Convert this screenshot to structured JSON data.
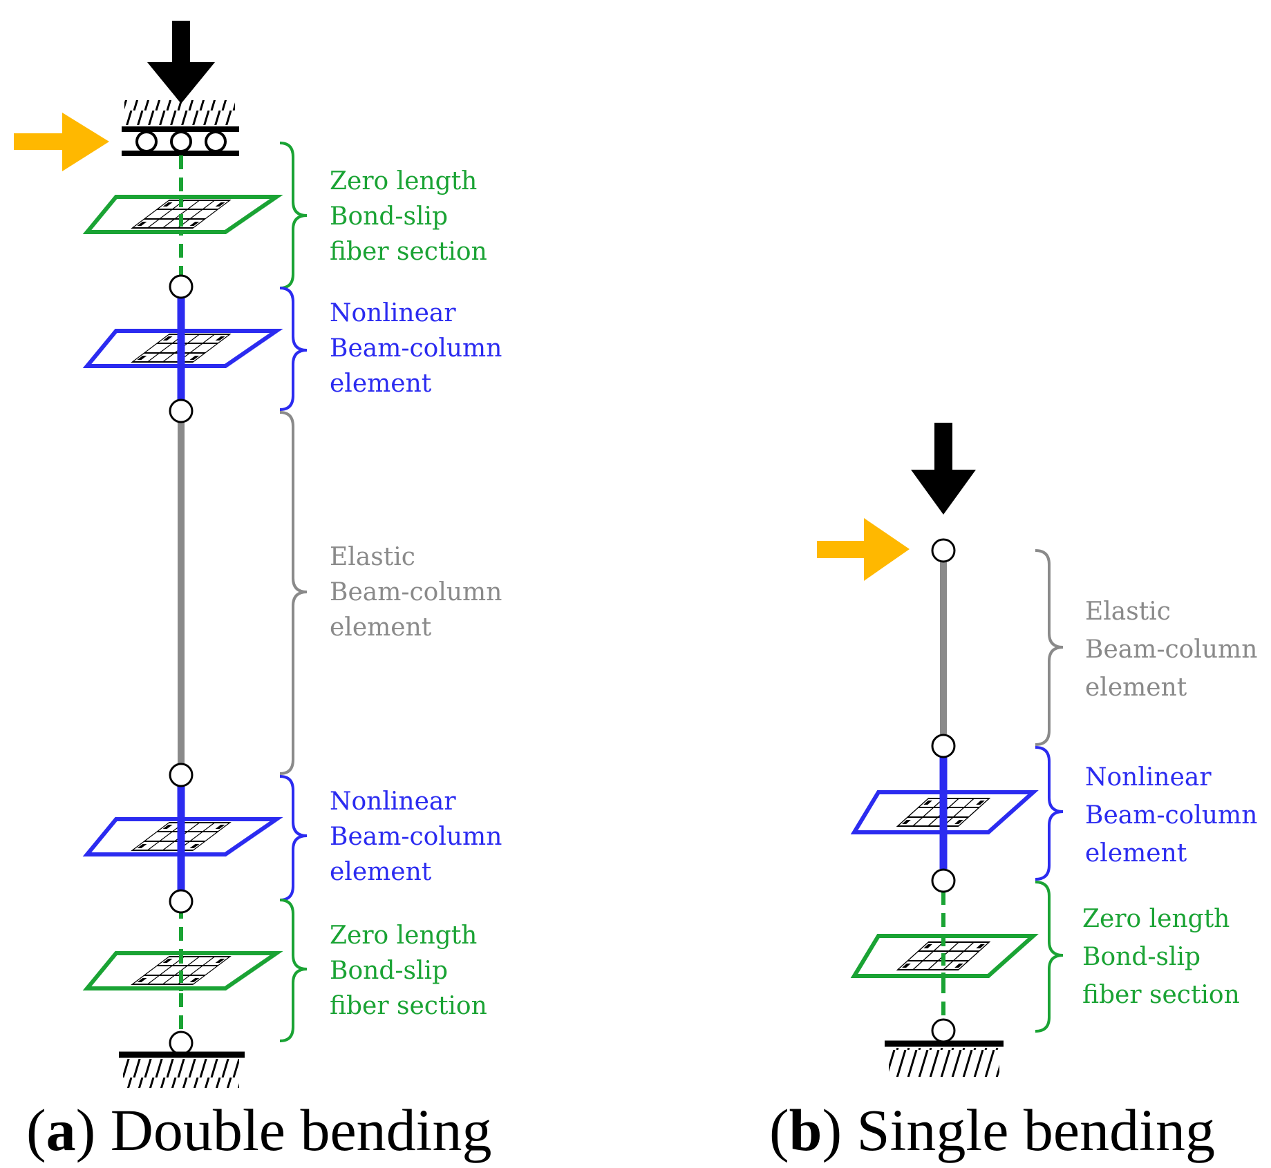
{
  "colors": {
    "zero_length": "#1aa334",
    "nonlinear": "#2b2bf0",
    "elastic": "#8a8a8a",
    "lateral_load": "#ffb800",
    "axial_load": "#000000"
  },
  "panel_a": {
    "caption_open": "(",
    "caption_letter": "a",
    "caption_text": ") Double bending",
    "labels": {
      "top_zero": [
        "Zero length",
        "Bond-slip",
        "fiber section"
      ],
      "top_nonlinear": [
        "Nonlinear",
        "Beam-column",
        "element"
      ],
      "elastic": [
        "Elastic",
        "Beam-column",
        "element"
      ],
      "bottom_nonlinear": [
        "Nonlinear",
        "Beam-column",
        "element"
      ],
      "bottom_zero": [
        "Zero length",
        "Bond-slip",
        "fiber section"
      ]
    }
  },
  "panel_b": {
    "caption_open": "(",
    "caption_letter": "b",
    "caption_text": ") Single bending",
    "labels": {
      "elastic": [
        "Elastic",
        "Beam-column",
        "element"
      ],
      "nonlinear": [
        "Nonlinear",
        "Beam-column",
        "element"
      ],
      "zero": [
        "Zero length",
        "Bond-slip",
        "fiber section"
      ]
    }
  }
}
